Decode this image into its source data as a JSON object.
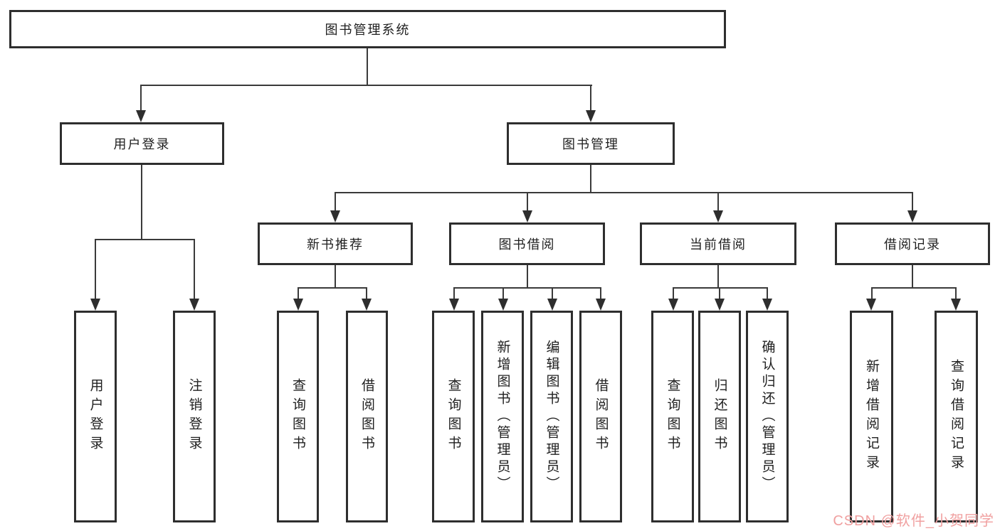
{
  "tree": {
    "label": "图书管理系统",
    "children": [
      {
        "label": "用户登录",
        "children": [
          {
            "label": "用户登录"
          },
          {
            "label": "注销登录"
          }
        ]
      },
      {
        "label": "图书管理",
        "children": [
          {
            "label": "新书推荐",
            "children": [
              {
                "label": "查询图书"
              },
              {
                "label": "借阅图书"
              }
            ]
          },
          {
            "label": "图书借阅",
            "children": [
              {
                "label": "查询图书"
              },
              {
                "label": "新增图书（管理员）"
              },
              {
                "label": "编辑图书（管理员）"
              },
              {
                "label": "借阅图书"
              }
            ]
          },
          {
            "label": "当前借阅",
            "children": [
              {
                "label": "查询图书"
              },
              {
                "label": "归还图书"
              },
              {
                "label": "确认归还（管理员）"
              }
            ]
          },
          {
            "label": "借阅记录",
            "children": [
              {
                "label": "新增借阅记录"
              },
              {
                "label": "查询借阅记录"
              }
            ]
          }
        ]
      }
    ]
  },
  "watermark": {
    "text": "CSDN @软件_小贺同学",
    "color": "#f0a0a0"
  },
  "colors": {
    "background": "#ffffff",
    "box_border": "#2e2e2e",
    "connector_line": "#3a3a3a",
    "text": "#1f1f1f"
  }
}
